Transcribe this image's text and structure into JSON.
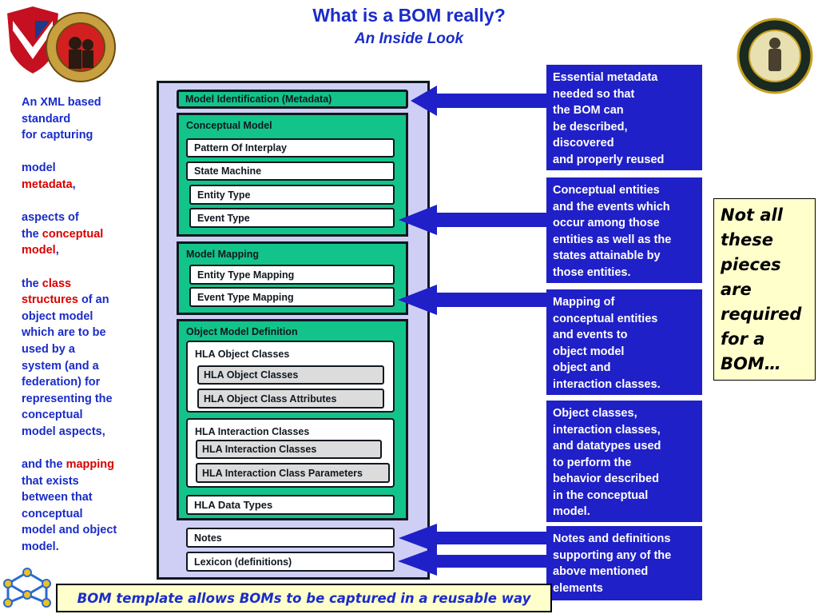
{
  "title": "What is a BOM really?",
  "subtitle": "An Inside Look",
  "colors": {
    "title_blue": "#1a2cc8",
    "highlight_red": "#d80000",
    "green": "#12c48a",
    "panel_lavender": "#cfcff5",
    "box_blue": "#2020c8",
    "note_yellow": "#ffffcc"
  },
  "left_text": {
    "p1": "An XML based",
    "p2": "standard",
    "p3": "for capturing",
    "p4": "model",
    "p5_red": "metadata",
    "p5_rest": ",",
    "p6": "aspects of",
    "p7_pre": "the ",
    "p7_red": "conceptual",
    "p8_red": "model",
    "p8_rest": ",",
    "p9_pre": "the ",
    "p9_red": "class",
    "p10_red": "structures",
    "p10_rest": " of an",
    "p11": "object model",
    "p12": "which are to be",
    "p13": "used by a",
    "p14": "system (and a",
    "p15": "federation) for",
    "p16": "representing the",
    "p17": "conceptual",
    "p18": "model aspects,",
    "p19_pre": "and the ",
    "p19_red": "mapping",
    "p20": "that exists",
    "p21": "between that",
    "p22": "conceptual",
    "p23": "model and object",
    "p24": "model."
  },
  "diagram": {
    "model_identification": "Model Identification (Metadata)",
    "conceptual_model": "Conceptual Model",
    "pattern_of_interplay": "Pattern Of Interplay",
    "state_machine": "State Machine",
    "entity_type": "Entity Type",
    "event_type": "Event Type",
    "model_mapping": "Model Mapping",
    "entity_type_mapping": "Entity Type Mapping",
    "event_type_mapping": "Event Type Mapping",
    "object_model_definition": "Object Model Definition",
    "hla_object_classes_group": "HLA Object Classes",
    "hla_object_classes": "HLA Object Classes",
    "hla_object_class_attributes": "HLA Object Class Attributes",
    "hla_interaction_classes_group": "HLA Interaction Classes",
    "hla_interaction_classes": "HLA Interaction Classes",
    "hla_interaction_class_parameters": "HLA Interaction Class Parameters",
    "hla_data_types": "HLA Data Types",
    "notes": "Notes",
    "lexicon": "Lexicon (definitions)"
  },
  "right_boxes": {
    "b1": [
      "Essential metadata",
      "needed so that",
      "the BOM can",
      "be described,",
      "discovered",
      "and properly reused"
    ],
    "b2": [
      "Conceptual entities",
      "and the events which",
      "occur among those",
      "entities as well as the",
      "states attainable by",
      "those entities."
    ],
    "b3": [
      "Mapping of",
      "conceptual entities",
      "and events to",
      "object model",
      "object and",
      "interaction classes."
    ],
    "b4": [
      "Object classes,",
      "interaction classes,",
      "and datatypes used",
      "to perform the",
      "behavior described",
      "in the conceptual",
      "model."
    ],
    "b5": [
      "Notes and definitions",
      "supporting any of the",
      "above mentioned",
      "elements"
    ]
  },
  "note": [
    "Not all",
    "these",
    "pieces",
    "are",
    "required",
    "for a",
    "BOM…"
  ],
  "bottom_banner": "BOM template allows BOMs to be captured in a reusable way"
}
